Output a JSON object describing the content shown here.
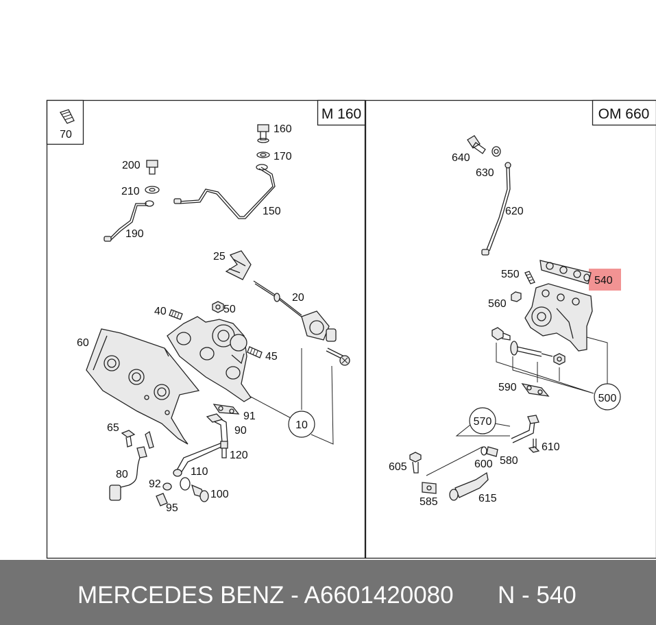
{
  "panels": {
    "left": {
      "title": "M 160",
      "corner_label": "70"
    },
    "right": {
      "title": "OM 660"
    }
  },
  "callouts_left": {
    "c160": "160",
    "c170": "170",
    "c200": "200",
    "c210": "210",
    "c150": "150",
    "c190": "190",
    "c25": "25",
    "c20": "20",
    "c40": "40",
    "c50": "50",
    "c60": "60",
    "c45": "45",
    "c10": "10",
    "c91": "91",
    "c90": "90",
    "c65": "65",
    "c120": "120",
    "c110": "110",
    "c80": "80",
    "c92": "92",
    "c100": "100",
    "c95": "95"
  },
  "callouts_right": {
    "c640": "640",
    "c630": "630",
    "c620": "620",
    "c550": "550",
    "c540": "540",
    "c560": "560",
    "c590": "590",
    "c500": "500",
    "c570": "570",
    "c610": "610",
    "c605": "605",
    "c600": "600",
    "c580": "580",
    "c585": "585",
    "c615": "615"
  },
  "highlight": {
    "part": "540",
    "color": "#f08080"
  },
  "footer": {
    "brand": "MERCEDES BENZ - A6601420080",
    "ref": "N - 540"
  }
}
